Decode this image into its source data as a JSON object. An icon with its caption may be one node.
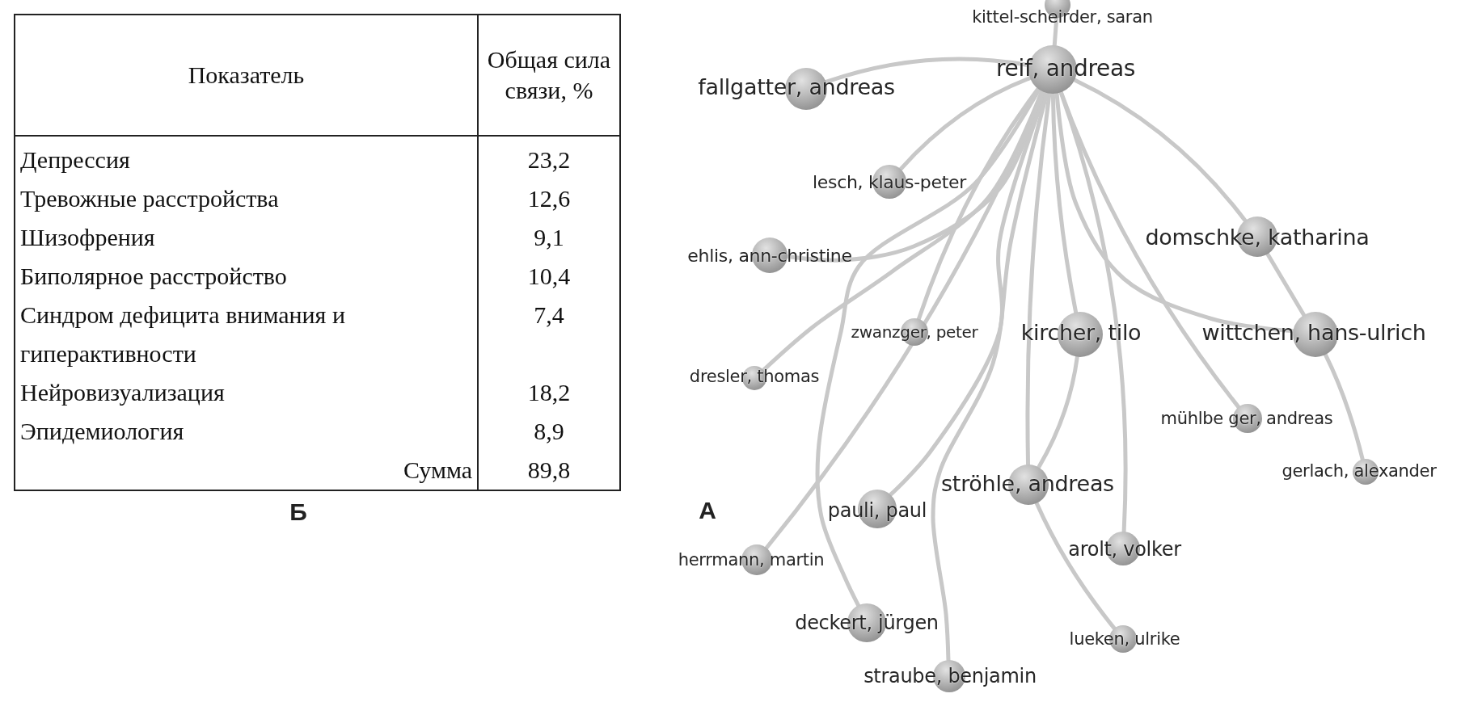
{
  "diagram": {
    "nodes": [
      {
        "text": [
          "kittel-scheirder, saran"
        ]
      },
      {
        "text": [
          "fallgatter, andreas"
        ]
      },
      {
        "text": [
          "reif, andreas"
        ]
      },
      {
        "text": [
          "lesch, klaus-peter"
        ]
      },
      {
        "text": [
          "domschke, katharina"
        ]
      },
      {
        "text": [
          "ehlis, ann-christine"
        ]
      },
      {
        "text": [
          "zwanzger, peter"
        ]
      },
      {
        "text": [
          "kircher, tilo"
        ]
      },
      {
        "text": [
          "wittchen, hans-ulrich"
        ]
      },
      {
        "text": [
          "dresler, thomas"
        ]
      },
      {
        "text": [
          "mühlbe ger, andreas"
        ]
      },
      {
        "text": [
          "gerlach, alexander"
        ]
      },
      {
        "text": [
          "ströhle, andreas"
        ]
      },
      {
        "text": [
          "pauli, paul"
        ]
      },
      {
        "text": [
          "arolt, volker"
        ]
      },
      {
        "text": [
          "herrmann, martin"
        ]
      },
      {
        "text": [
          "deckert, jürgen"
        ]
      },
      {
        "text": [
          "lueken, ulrike"
        ]
      },
      {
        "text": [
          "straube, benjamin"
        ]
      }
    ],
    "edges": [
      {
        "from": 2,
        "to": 0,
        "arrow": "none"
      },
      {
        "from": 2,
        "to": 1,
        "arrow": "none"
      },
      {
        "from": 2,
        "to": 3,
        "arrow": "none"
      },
      {
        "from": 2,
        "to": 5,
        "arrow": "none"
      },
      {
        "from": 2,
        "to": 9,
        "arrow": "none"
      },
      {
        "from": 2,
        "to": 6,
        "arrow": "none"
      },
      {
        "from": 2,
        "to": 7,
        "arrow": "none"
      },
      {
        "from": 2,
        "to": 4,
        "arrow": "none"
      },
      {
        "from": 2,
        "to": 8,
        "arrow": "none"
      },
      {
        "from": 4,
        "to": 8,
        "arrow": "none"
      },
      {
        "from": 8,
        "to": 11,
        "arrow": "none"
      },
      {
        "from": 2,
        "to": 10,
        "arrow": "none"
      },
      {
        "from": 2,
        "to": 12,
        "arrow": "none"
      },
      {
        "from": 7,
        "to": 12,
        "arrow": "none"
      },
      {
        "from": 12,
        "to": 17,
        "arrow": "none"
      },
      {
        "from": 2,
        "to": 14,
        "arrow": "none"
      },
      {
        "from": 2,
        "to": 13,
        "arrow": "none"
      },
      {
        "from": 2,
        "to": 15,
        "arrow": "none"
      },
      {
        "from": 2,
        "to": 16,
        "arrow": "none"
      },
      {
        "from": 2,
        "to": 18,
        "arrow": "none"
      }
    ],
    "labels": [
      "Показатель",
      "Общая сила связи, %",
      "Депрессия",
      "23,2",
      "Тревожные расстройства",
      "12,6",
      "Шизофрения",
      "9,1",
      "Биполярное расстройство",
      "10,4",
      "Синдром дефицита внимания и гиперактивности",
      "7,4",
      "Нейровизуализация",
      "18,2",
      "Эпидемиология",
      "8,9",
      "Сумма",
      "89,8",
      "Б",
      "А"
    ]
  }
}
